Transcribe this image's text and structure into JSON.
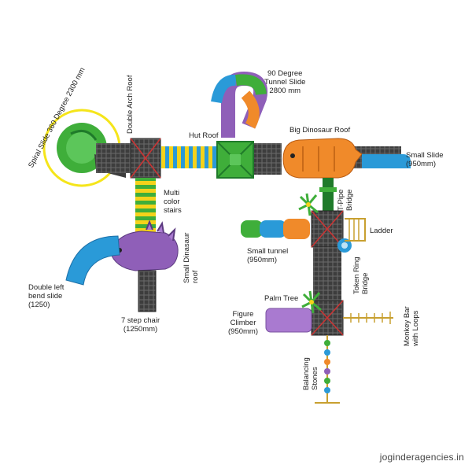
{
  "labels": {
    "spiral_slide": "Spiral Slide 360 Degree 2300 mm",
    "double_arch_roof": "Double Arch Roof",
    "tunnel_slide_90": "90 Degree\nTunnel Slide\n2800 mm",
    "hut_roof": "Hut Roof",
    "big_dinosaur_roof": "Big Dinosaur Roof",
    "small_slide": "Small Slide\n(950mm)",
    "multi_color_stairs": "Multi\ncolor\nstairs",
    "small_dinosaur_roof": "Small Dinasaur\nroof",
    "t_pipe_bridge": "T-Pipe\nBridge",
    "ladder": "Ladder",
    "small_tunnel": "Small tunnel\n(950mm)",
    "token_ring_bridge": "Token Ring\nBridge",
    "double_left_bend_slide": "Double left\nbend slide\n(1250)",
    "palm_tree": "Palm Tree",
    "figure_climber": "Figure\nClimber\n(950mm)",
    "seven_step_chair": "7 step chair\n(1250mm)",
    "monkey_bar": "Monkey Bar\nwith Loops",
    "balancing_stones": "Balancing\nStones"
  },
  "watermark": "joginderagencies.in",
  "colors": {
    "green": "#3fae3a",
    "dark_green": "#1f7a2a",
    "orange": "#f08a2a",
    "blue": "#2a9ad8",
    "purple": "#8f5fb8",
    "yellow": "#f5d21a",
    "deck": "#4a4a4a"
  }
}
